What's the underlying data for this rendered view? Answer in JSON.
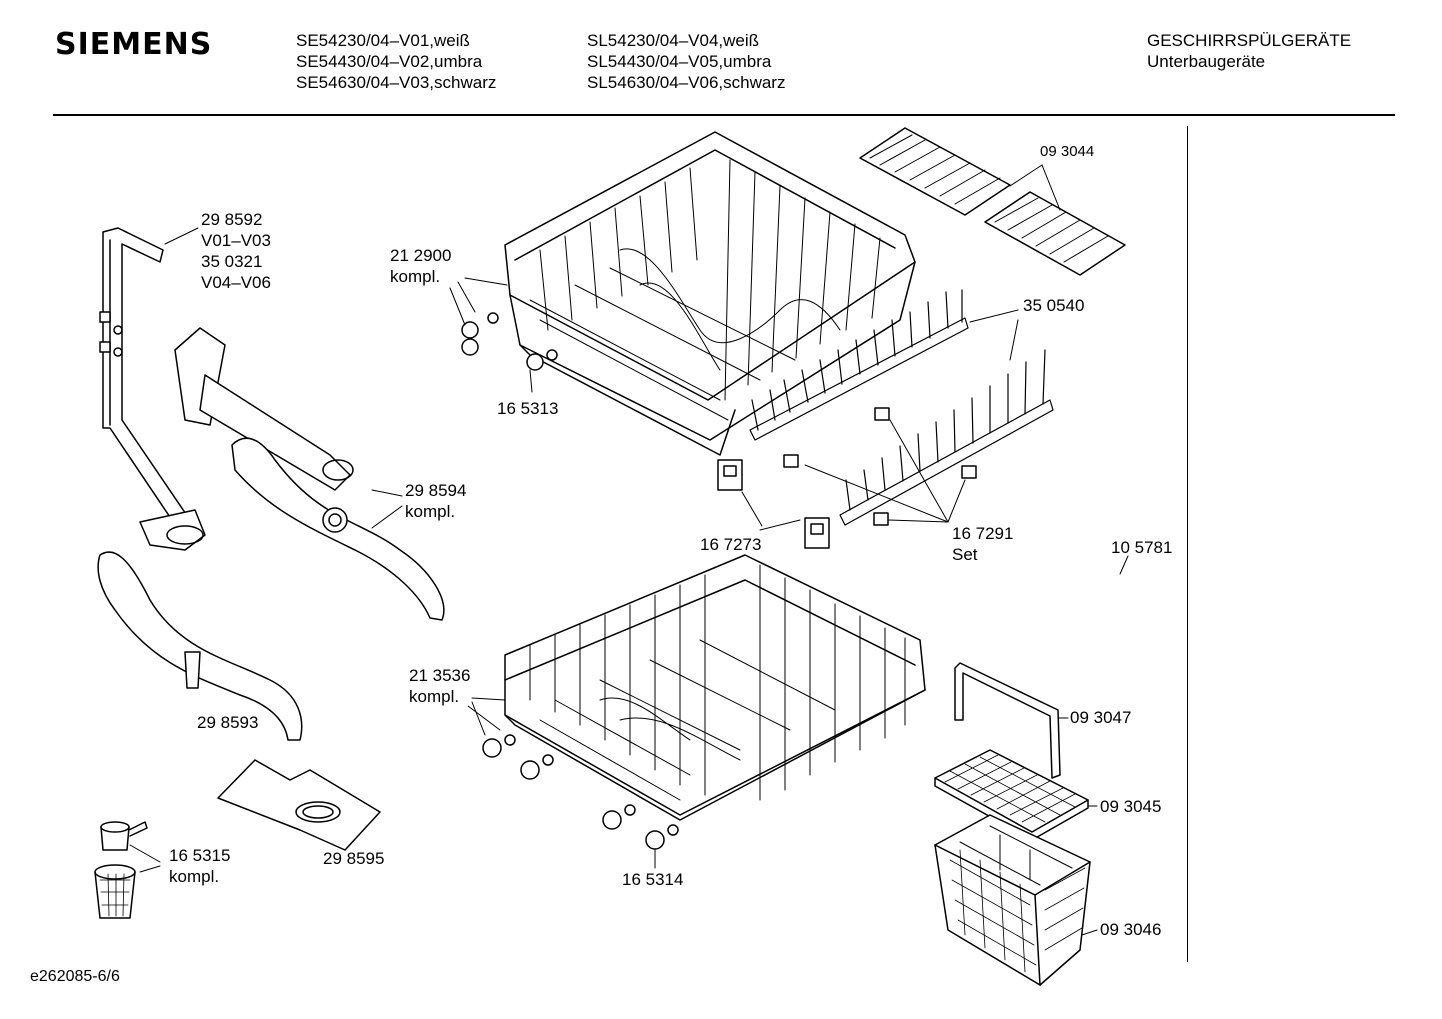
{
  "header": {
    "brand": "SIEMENS",
    "models_col1": [
      "SE54230/04–V01,weiß",
      "SE54430/04–V02,umbra",
      "SE54630/04–V03,schwarz"
    ],
    "models_col2": [
      "SL54230/04–V04,weiß",
      "SL54430/04–V05,umbra",
      "SL54630/04–V06,schwarz"
    ],
    "category": [
      "GESCHIRRSPÜLGERÄTE",
      "Unterbaugeräte"
    ]
  },
  "parts": {
    "p298592": [
      "29 8592",
      "V01–V03",
      "35 0321",
      "V04–V06"
    ],
    "p212900": [
      "21 2900",
      "kompl."
    ],
    "p165313": "16 5313",
    "p093044": "09 3044",
    "p350540": "35 0540",
    "p298594": [
      "29 8594",
      "kompl."
    ],
    "p167273": "16 7273",
    "p167291": [
      "16 7291",
      "Set"
    ],
    "p105781": "10 5781",
    "p213536": [
      "21 3536",
      "kompl."
    ],
    "p298593": "29 8593",
    "p093047": "09 3047",
    "p093045": "09 3045",
    "p165315": [
      "16 5315",
      "kompl."
    ],
    "p298595": "29 8595",
    "p165314": "16 5314",
    "p093046": "09 3046"
  },
  "footer": {
    "doc_id": "e262085-6/6"
  }
}
